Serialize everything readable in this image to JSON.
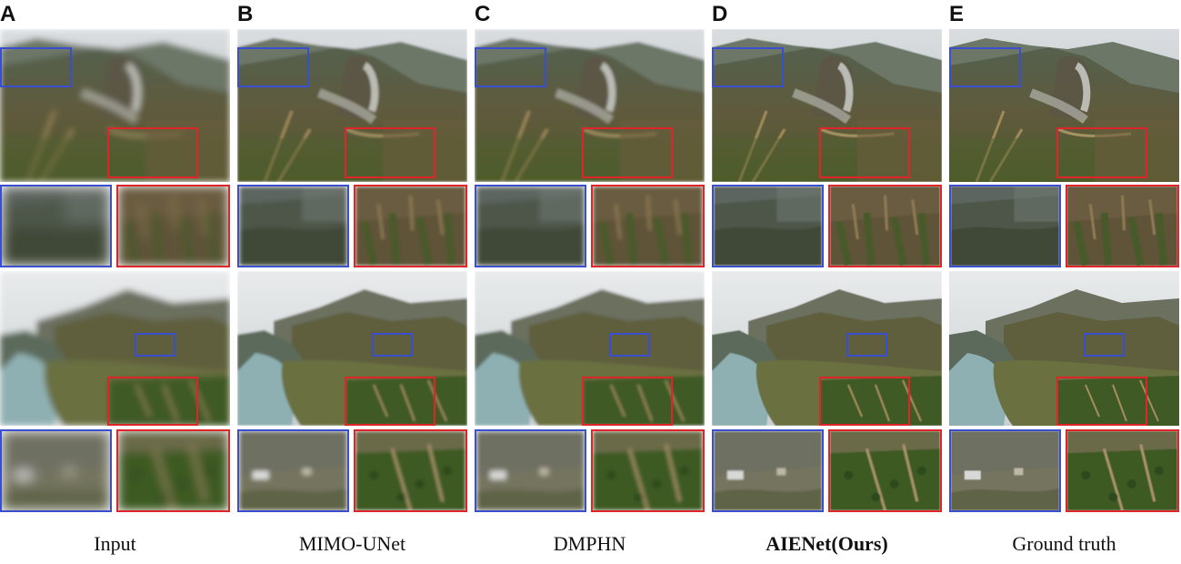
{
  "panels": [
    {
      "letter": "A",
      "caption": "Input",
      "blur": 3.5,
      "bold": false
    },
    {
      "letter": "B",
      "caption": "MIMO-UNet",
      "blur": 1.3,
      "bold": false
    },
    {
      "letter": "C",
      "caption": "DMPHN",
      "blur": 1.5,
      "bold": false
    },
    {
      "letter": "D",
      "caption": "AIENet(Ours)",
      "blur": 0.5,
      "bold": true
    },
    {
      "letter": "E",
      "caption": "Ground truth",
      "blur": 0.3,
      "bold": false
    }
  ],
  "colors": {
    "roi_blue": "#3a4fd0",
    "roi_red": "#e0252a"
  }
}
